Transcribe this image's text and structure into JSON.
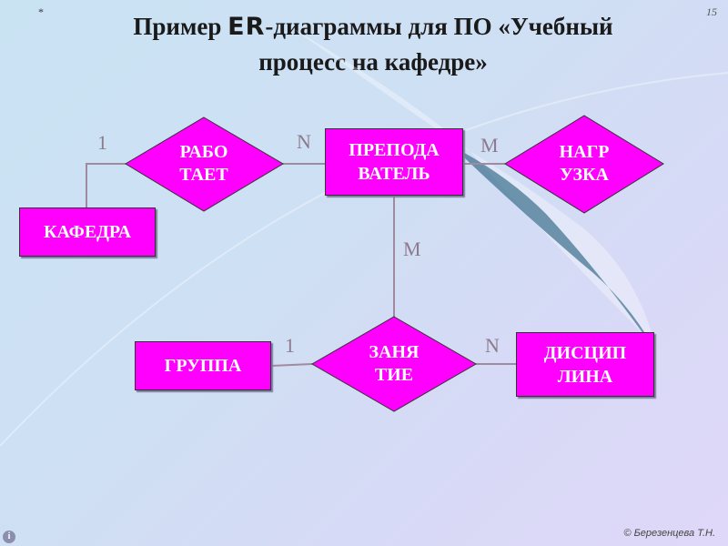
{
  "slide": {
    "star": "*",
    "page_number": "15",
    "title_prefix": "Пример ",
    "title_er": "ER",
    "title_rest_line1": "-диаграммы для ПО «Учебный",
    "title_line2": "процесс на кафедре»",
    "footer": "© Березенцева Т.Н."
  },
  "entities": {
    "kafedra": "КАФЕДРА",
    "prepodavatel_l1": "ПРЕПОДА",
    "prepodavatel_l2": "ВАТЕЛЬ",
    "gruppa": "ГРУППА",
    "disciplina_l1": "ДИСЦИП",
    "disciplina_l2": "ЛИНА"
  },
  "relationships": {
    "rabotaet_l1": "РАБО",
    "rabotaet_l2": "ТАЕТ",
    "nagruzka_l1": "НАГР",
    "nagruzka_l2": "УЗКА",
    "zanyatie_l1": "ЗАНЯ",
    "zanyatie_l2": "ТИЕ"
  },
  "cardinalities": {
    "kafedra_rabotaet": "1",
    "prepod_rabotaet": "N",
    "prepod_nagruzka": "M",
    "prepod_zanyatie": "M",
    "gruppa_zanyatie": "1",
    "disciplina_zanyatie": "N"
  },
  "colors": {
    "shape_fill": "#ff00ff",
    "connector": "#a08aa0",
    "cardinality": "#8c7b8c"
  }
}
